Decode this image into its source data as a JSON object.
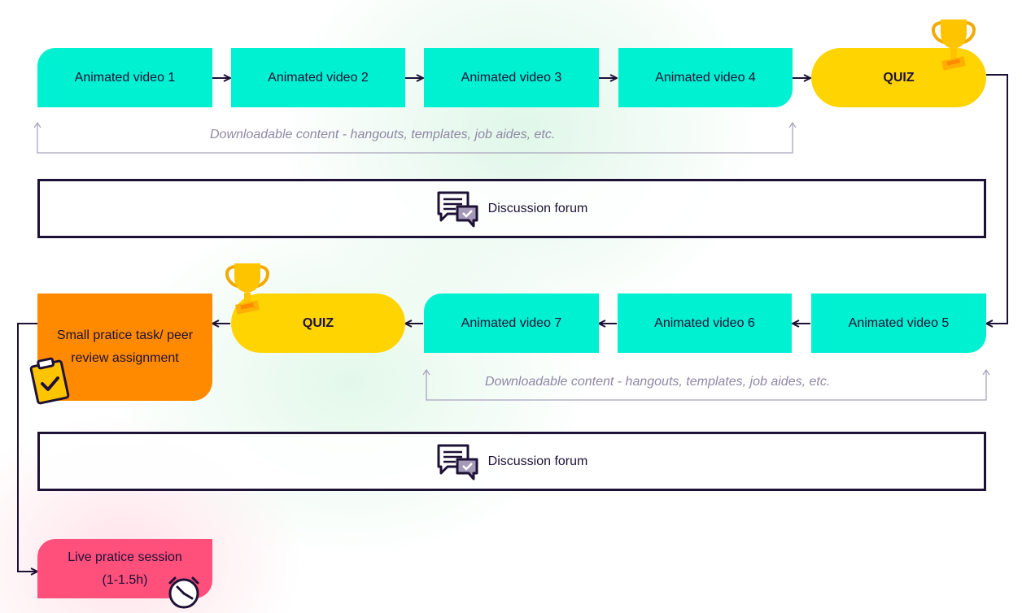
{
  "row1": {
    "videos": [
      "Animated video 1",
      "Animated video 2",
      "Animated video 3",
      "Animated video 4"
    ],
    "quiz": "QUIZ",
    "downloadable": "Downloadable content - hangouts, templates, job aides, etc."
  },
  "forum1": {
    "label": "Discussion forum"
  },
  "row2": {
    "videos": [
      "Animated video 5",
      "Animated video 6",
      "Animated video 7"
    ],
    "quiz": "QUIZ",
    "task": "Small pratice task/ peer review assignment",
    "downloadable": "Downloadable content - hangouts, templates, job aides, etc."
  },
  "forum2": {
    "label": "Discussion forum"
  },
  "live_session": {
    "title": "Live pratice session",
    "duration": "(1-1.5h)"
  },
  "colors": {
    "video": "#00f0d2",
    "quiz": "#ffd400",
    "task": "#ff8a00",
    "live": "#ff4f7b",
    "ink": "#1d1136",
    "muted": "#8f87a5"
  },
  "icons": [
    "trophy-icon",
    "chat-bubbles-icon",
    "clipboard-check-icon",
    "clock-icon"
  ]
}
